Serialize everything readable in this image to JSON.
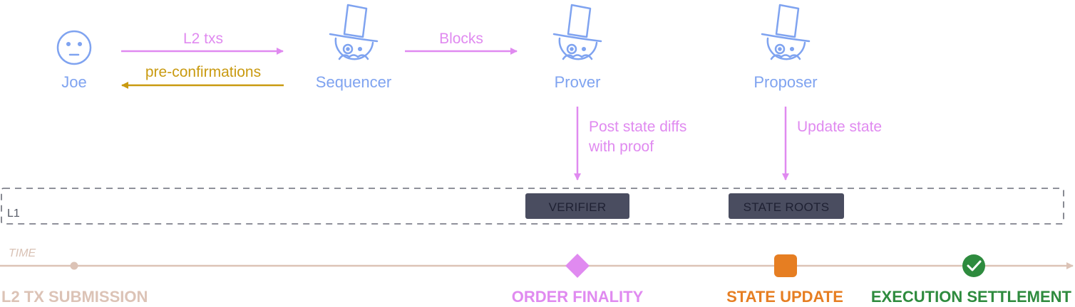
{
  "actors": {
    "joe": "Joe",
    "sequencer": "Sequencer",
    "prover": "Prover",
    "proposer": "Proposer"
  },
  "flows": {
    "l2_txs": "L2 txs",
    "pre_confirmations": "pre-confirmations",
    "blocks": "Blocks",
    "post_state_diffs_line1": "Post state diffs",
    "post_state_diffs_line2": "with proof",
    "update_state": "Update state"
  },
  "l1": {
    "label": "L1",
    "verifier": "VERIFIER",
    "state_roots": "STATE ROOTS"
  },
  "timeline": {
    "label": "TIME",
    "milestones": {
      "submission": "L2 TX SUBMISSION",
      "order_finality": "ORDER FINALITY",
      "state_update": "STATE UPDATE",
      "execution_settlement": "EXECUTION SETTLEMENT"
    }
  },
  "colors": {
    "actor": "#7fa3f0",
    "l2_flow": "#e08af0",
    "pre_confirmation": "#c99a10",
    "timeline": "#dcc3b6",
    "order_finality": "#e08af0",
    "state_update": "#e67e22",
    "execution_settlement": "#2e8b3e",
    "l1_box": "#4a4d60"
  },
  "icons": {
    "joe": "neutral-face-icon",
    "sequencer": "top-hat-monocle-icon",
    "prover": "top-hat-monocle-icon",
    "proposer": "top-hat-monocle-icon",
    "order_finality": "diamond-icon",
    "state_update": "rounded-square-icon",
    "execution_settlement": "check-circle-icon"
  }
}
